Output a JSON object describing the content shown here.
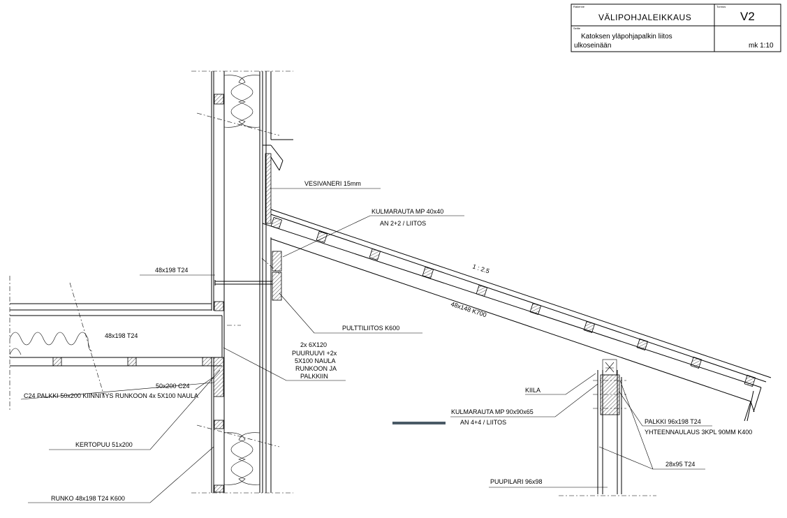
{
  "title_block": {
    "field_label_1": "Rakenne",
    "drawing_title": "VÄLIPOHJALEIKKAUS",
    "field_label_2": "Tunnus",
    "drawing_code": "V2",
    "field_label_3": "Selite",
    "description_line1": "Katoksen yläpohjapalkin liitos",
    "description_line2": "ulkoseinään",
    "scale": "mk 1:10"
  },
  "labels": {
    "vesivaneri": "VESIVANERI 15mm",
    "kulmarauta1_line1": "KULMARAUTA MP 40x40",
    "kulmarauta1_line2": "AN 2+2 / LIITOS",
    "slope": "1 : 2.5",
    "rafter": "48x148 K700",
    "beam_top": "48x198 T24",
    "beam_floor": "48x198 T24",
    "pulttiliitos": "PULTTILIITOS K600",
    "nail_line1": "2x 6X120",
    "nail_line2": "PUURUUVI +2x",
    "nail_line3": "5X100 NAULA",
    "nail_line4": "RUNKOON JA",
    "nail_line5": "PALKKIIN",
    "ledger": "50x200 C24",
    "c24_note": "C24 PALKKI 50x200 KIINNITYS RUNKOON 4x 5X100 NAULA",
    "kiila": "KIILA",
    "kulmarauta2_line1": "KULMARAUTA MP 90x90x65",
    "kulmarauta2_line2": "AN 4+4 / LIITOS",
    "palkki_line1": "PALKKI 96x198 T24",
    "palkki_line2": "YHTEENNAULAUS 3KPL 90MM K400",
    "kertopuu": "KERTOPUU 51x200",
    "batten": "28x95 T24",
    "puupilari": "PUUPILARI 96x98",
    "runko": "RUNKO 48x198 T24 K600"
  },
  "colors": {
    "line": "#000000",
    "accent_bar": "#4a5a66"
  }
}
